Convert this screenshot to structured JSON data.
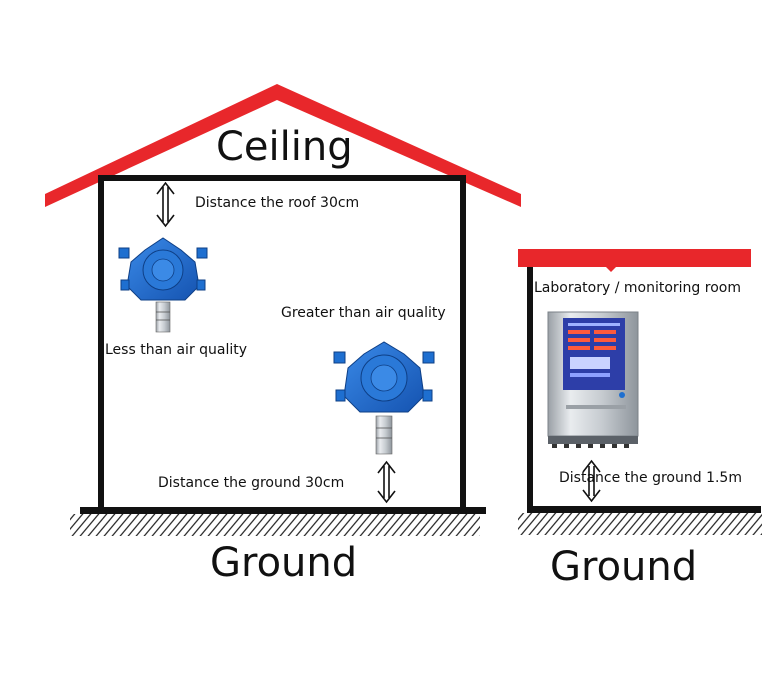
{
  "left_house": {
    "ceiling_label": "Ceiling",
    "ground_label": "Ground",
    "roof_distance_label": "Distance the roof 30cm",
    "ground_distance_label": "Distance the ground 30cm",
    "lighter_gas_label": "Less than air quality",
    "heavier_gas_label": "Greater than air quality",
    "roof_color": "#e8272b",
    "wall_color": "#111111"
  },
  "right_room": {
    "room_label": "Laboratory / monitoring room",
    "ground_distance_label": "Distance the ground 1.5m",
    "ground_label": "Ground",
    "roof_color": "#e8272b"
  },
  "detector": {
    "body_color": "#1e6fd0",
    "icon": "gas-detector-icon"
  },
  "controller": {
    "icon": "alarm-controller-icon",
    "panel_color": "#2d3ea8"
  }
}
